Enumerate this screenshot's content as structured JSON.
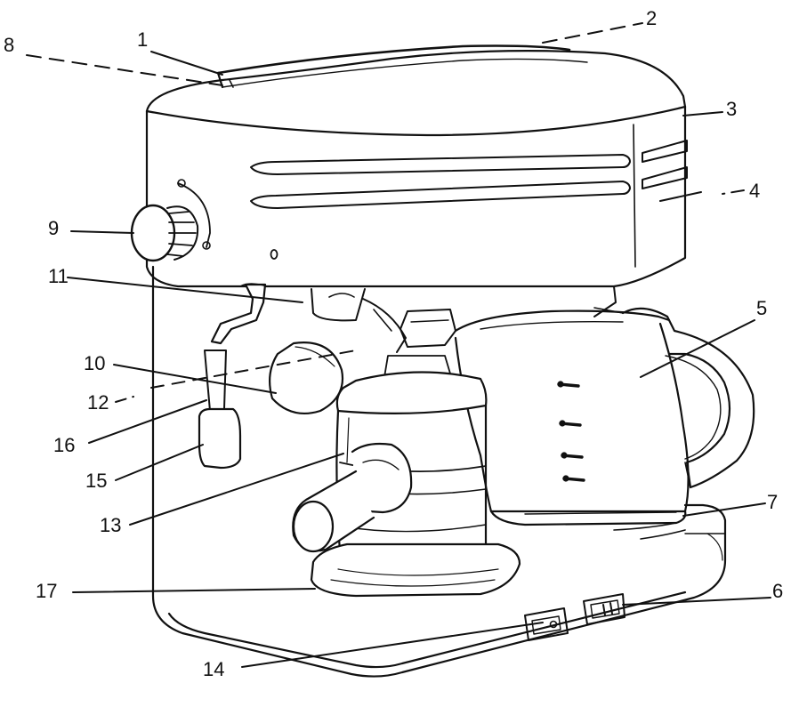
{
  "colors": {
    "ink": "#111111",
    "paper": "#ffffff",
    "shade": "#e9e9e9"
  },
  "callouts": [
    {
      "id": "c1",
      "text": "1"
    },
    {
      "id": "c2",
      "text": "2"
    },
    {
      "id": "c3",
      "text": "3"
    },
    {
      "id": "c4",
      "text": "4"
    },
    {
      "id": "c5",
      "text": "5"
    },
    {
      "id": "c6",
      "text": "6"
    },
    {
      "id": "c7",
      "text": "7"
    },
    {
      "id": "c8",
      "text": "8"
    },
    {
      "id": "c9",
      "text": "9"
    },
    {
      "id": "c10",
      "text": "10"
    },
    {
      "id": "c11",
      "text": "11"
    },
    {
      "id": "c12",
      "text": "12"
    },
    {
      "id": "c13",
      "text": "13"
    },
    {
      "id": "c14",
      "text": "14"
    },
    {
      "id": "c15",
      "text": "15"
    },
    {
      "id": "c16",
      "text": "16"
    },
    {
      "id": "c17",
      "text": "17"
    }
  ]
}
